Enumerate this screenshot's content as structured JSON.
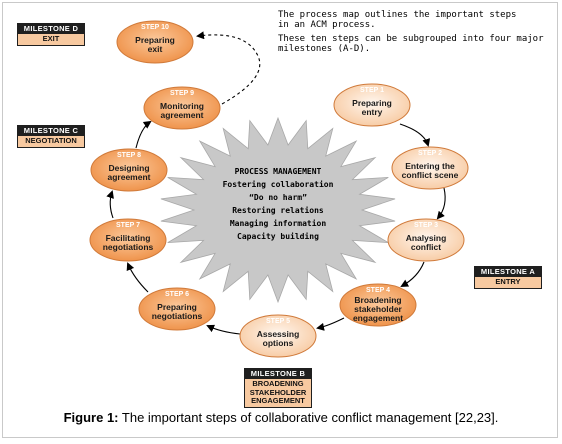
{
  "intro": {
    "line1": "The process map outlines the important steps",
    "line1b": "in an ACM process.",
    "line2": "These ten steps can be subgrouped into four major",
    "line2b": "milestones (A-D)."
  },
  "steps": [
    {
      "label": "STEP 1",
      "text": [
        "Preparing",
        "entry"
      ],
      "style": "light"
    },
    {
      "label": "STEP 2",
      "text": [
        "Entering the",
        "conflict scene"
      ],
      "style": "light"
    },
    {
      "label": "STEP 3",
      "text": [
        "Analysing",
        "conflict"
      ],
      "style": "light"
    },
    {
      "label": "STEP 4",
      "text": [
        "Broadening",
        "stakeholder",
        "engagement"
      ],
      "style": "dark"
    },
    {
      "label": "STEP 5",
      "text": [
        "Assessing",
        "options"
      ],
      "style": "light"
    },
    {
      "label": "STEP 6",
      "text": [
        "Preparing",
        "negotiations"
      ],
      "style": "dark"
    },
    {
      "label": "STEP 7",
      "text": [
        "Facilitating",
        "negotiations"
      ],
      "style": "dark"
    },
    {
      "label": "STEP 8",
      "text": [
        "Designing",
        "agreement"
      ],
      "style": "dark"
    },
    {
      "label": "STEP 9",
      "text": [
        "Monitoring",
        "agreement"
      ],
      "style": "dark"
    },
    {
      "label": "STEP 10",
      "text": [
        "Preparing",
        "exit"
      ],
      "style": "dark"
    }
  ],
  "center": {
    "title": "PROCESS MANAGEMENT",
    "lines": [
      "Fostering collaboration",
      "“Do no harm”",
      "Restoring relations",
      "Managing information",
      "Capacity building"
    ]
  },
  "milestones": [
    {
      "id": "D",
      "title": "MILESTONE D",
      "name": "EXIT"
    },
    {
      "id": "C",
      "title": "MILESTONE C",
      "name": "NEGOTIATION"
    },
    {
      "id": "A",
      "title": "MILESTONE A",
      "name": "ENTRY"
    },
    {
      "id": "B",
      "title": "MILESTONE B",
      "name": "BROADENING STAKEHOLDER ENGAGEMENT"
    }
  ],
  "caption": {
    "label": "Figure 1:",
    "text": " The important steps of collaborative conflict management [22,23]."
  },
  "colors": {
    "light_fill": "#fde3cc",
    "dark_fill": "#f6a868",
    "stroke": "#d07a3a",
    "star_fill": "#c8c8c8",
    "milestone_title": "#1f1f1f",
    "milestone_name": "#f7c9a0"
  }
}
